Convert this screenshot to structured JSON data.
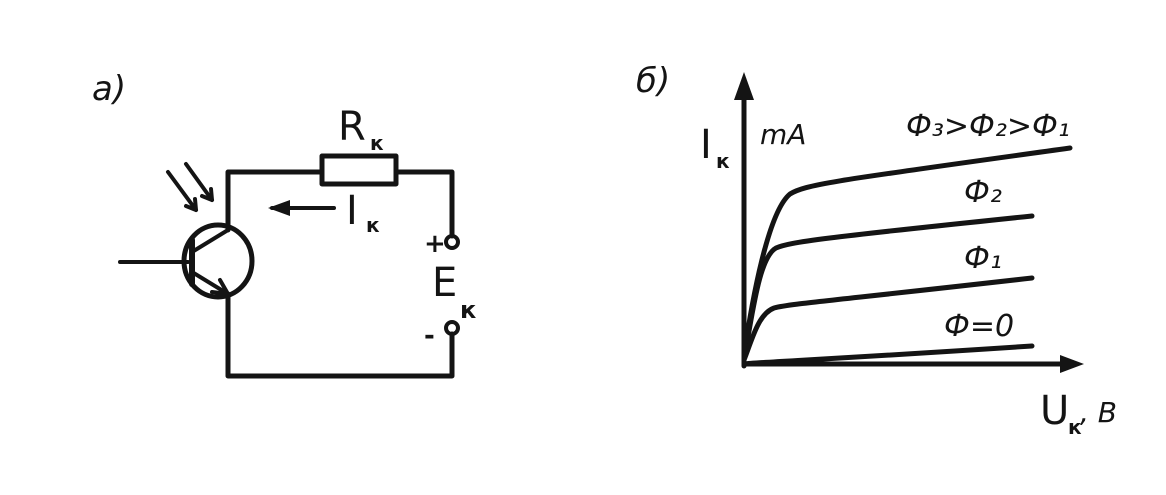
{
  "panels": {
    "a": {
      "label": "а)",
      "resistor": {
        "symbol": "R",
        "subscript": "к"
      },
      "current": {
        "symbol": "I",
        "subscript": "к"
      },
      "source": {
        "symbol": "E",
        "subscript": "к",
        "plus": "+",
        "minus": "-"
      }
    },
    "b": {
      "label": "б)",
      "y_axis": {
        "symbol": "I",
        "subscript": "к",
        "unit": "mA"
      },
      "x_axis": {
        "symbol": "U",
        "subscript": "к",
        "unit": ", В"
      },
      "curve_labels": {
        "top": "Ф₃>Ф₂>Ф₁",
        "phi2": "Ф₂",
        "phi1": "Ф₁",
        "phi0": "Ф=0"
      }
    }
  },
  "colors": {
    "ink": "#141414",
    "background": "#ffffff"
  }
}
